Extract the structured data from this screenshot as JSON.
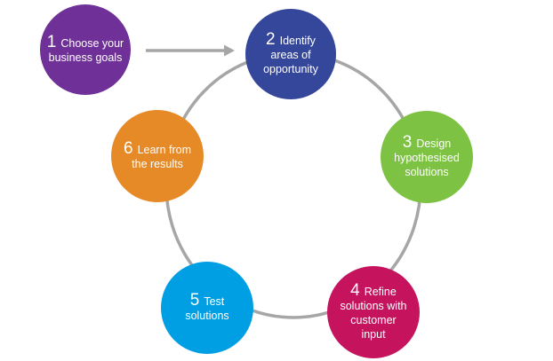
{
  "diagram": {
    "type": "cycle-process",
    "text_color": "#FFFFFF",
    "connector": {
      "color": "#A6A6A6"
    },
    "steps": [
      {
        "number": "1",
        "label": "Choose your\nbusiness goals",
        "color": "#6F3198"
      },
      {
        "number": "2",
        "label": "Identify\nareas of\nopportunity",
        "color": "#35479B"
      },
      {
        "number": "3",
        "label": "Design\nhypothesised\nsolutions",
        "color": "#7DC243"
      },
      {
        "number": "4",
        "label": "Refine\nsolutions with\ncustomer\ninput",
        "color": "#C5135E"
      },
      {
        "number": "5",
        "label": "Test\nsolutions",
        "color": "#009FE3"
      },
      {
        "number": "6",
        "label": "Learn from\nthe results",
        "color": "#E68A28"
      }
    ]
  }
}
